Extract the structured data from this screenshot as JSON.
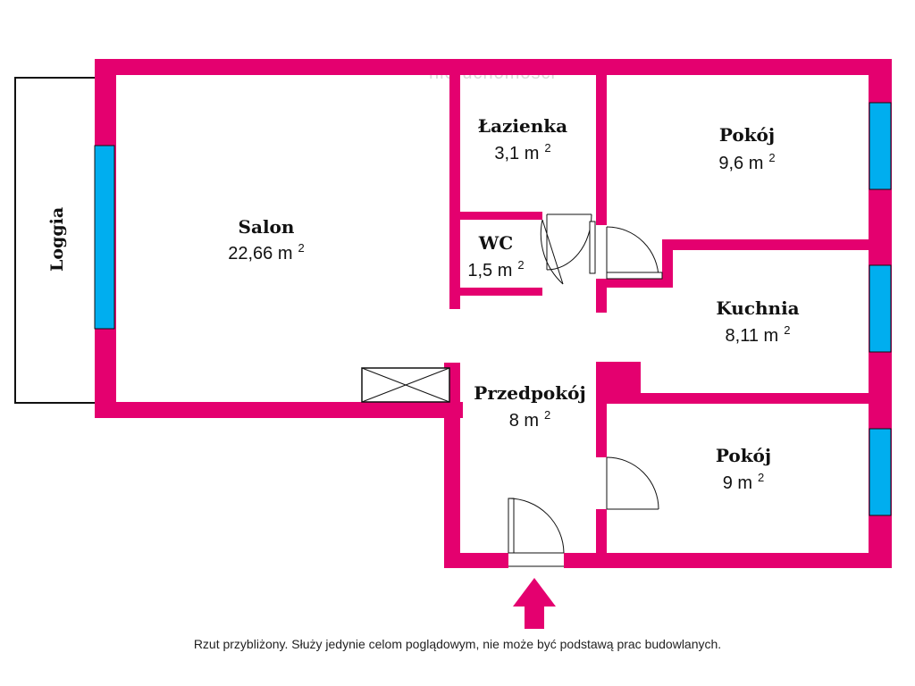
{
  "colors": {
    "wall": "#e4006f",
    "window": "#00aeef",
    "arrow": "#e4006f",
    "outline": "#111111"
  },
  "watermark": "nieruchomości",
  "loggia": {
    "name": "Loggia"
  },
  "rooms": {
    "salon": {
      "name": "Salon",
      "area": "22,66 m",
      "unit_sup": "2"
    },
    "lazienka": {
      "name": "Łazienka",
      "area": "3,1 m",
      "unit_sup": "2"
    },
    "wc": {
      "name": "WC",
      "area": "1,5 m",
      "unit_sup": "2"
    },
    "pokoj1": {
      "name": "Pokój",
      "area": "9,6 m",
      "unit_sup": "2"
    },
    "kuchnia": {
      "name": "Kuchnia",
      "area": "8,11 m",
      "unit_sup": "2"
    },
    "przedpokoj": {
      "name": "Przedpokój",
      "area": "8 m",
      "unit_sup": "2"
    },
    "pokoj2": {
      "name": "Pokój",
      "area": "9 m",
      "unit_sup": "2"
    }
  },
  "disclaimer": "Rzut przybliżony. Służy jedynie celom poglądowym, nie może być podstawą prac budowlanych."
}
